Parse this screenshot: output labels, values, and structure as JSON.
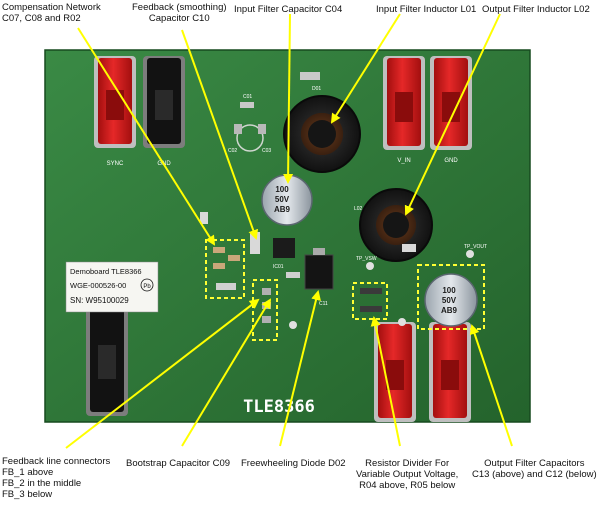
{
  "board": {
    "chip_marking": "TLE8366",
    "sticker_line1": "Demoboard TLE8366",
    "sticker_line2": "WGE-000526-00",
    "sticker_line3": "SN: W95100029",
    "silk_sync": "SYNC",
    "silk_gnd_top": "GND",
    "silk_vin": "V_IN",
    "silk_gnd_right": "GND",
    "silk_c04": "100\n50V\nAB9",
    "silk_c13": "100\n50V\nAB9",
    "silk_l02": "L02",
    "silk_d01": "D01",
    "silk_c01": "C01",
    "silk_c02": "C02",
    "silk_c03": "C03",
    "silk_tp_vout": "TP_VOUT",
    "silk_tp_vsw": "TP_VSW",
    "silk_c11": "C11",
    "silk_ic01": "IC01"
  },
  "labels": {
    "compensation": "Compensation Network\nC07, C08 and R02",
    "feedback_cap": "Feedback (smoothing)\nCapacitor C10",
    "input_filter_cap": "Input Filter Capacitor C04",
    "input_filter_ind": "Input Filter Inductor  L01",
    "output_filter_ind": "Output Filter Inductor  L02",
    "feedback_line": "Feedback line connectors\nFB_1 above\nFB_2 in the middle\nFB_3 below",
    "bootstrap": "Bootstrap Capacitor C09",
    "freewheel": "Freewheeling Diode D02",
    "resistor_divider": "Resistor Divider For\nVariable Output Voltage,\nR04 above, R05 below",
    "output_filter_caps": "Output Filter Capacitors\nC13 (above) and C12 (below)"
  },
  "colors": {
    "pcb": "#2f7a3a",
    "pcb_dark": "#1f5a28",
    "connector_red": "#d11a1a",
    "connector_black": "#151515",
    "arrow": "#ffff00",
    "highlight_box": "#ffff33"
  }
}
